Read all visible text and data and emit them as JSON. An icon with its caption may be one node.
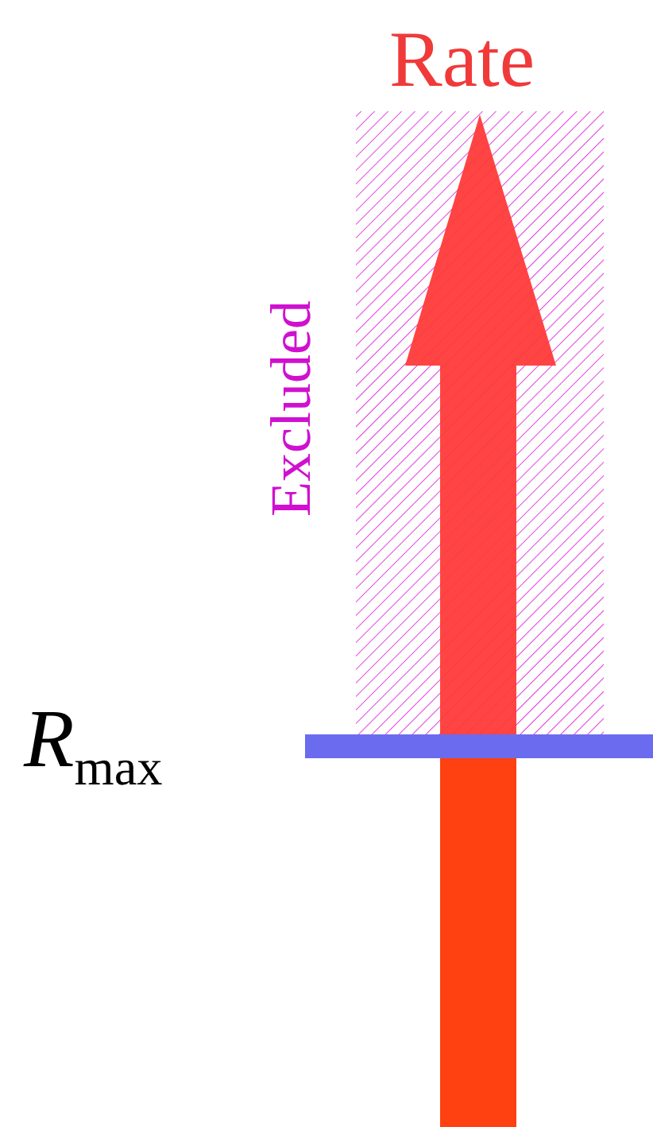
{
  "diagram": {
    "labels": [
      "Rate",
      "Excluded",
      "*R*$_{max}$"
    ]
  }
}
